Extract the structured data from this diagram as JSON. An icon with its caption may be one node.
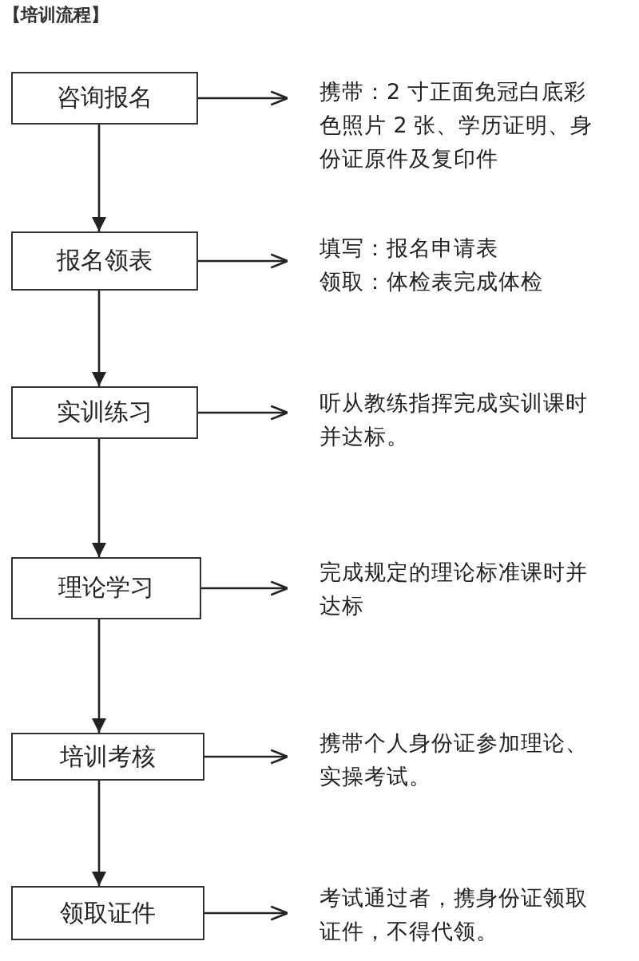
{
  "diagram": {
    "title": "【培训流程】",
    "nodes": [
      {
        "text": [
          "咨询报名"
        ]
      },
      {
        "text": [
          "报名领表"
        ]
      },
      {
        "text": [
          "实训练习"
        ]
      },
      {
        "text": [
          "理论学习"
        ]
      },
      {
        "text": [
          "培训考核"
        ]
      },
      {
        "text": [
          "领取证件"
        ]
      },
      {
        "text": [
          "携带：2 寸正面免冠白底彩色照片 2 张、学历证明、身份证原件及复印件"
        ]
      },
      {
        "text": [
          "填写：报名申请表",
          "领取：体检表完成体检"
        ]
      },
      {
        "text": [
          "听从教练指挥完成实训课时并达标。"
        ]
      },
      {
        "text": [
          "完成规定的理论标准课时并达标"
        ]
      },
      {
        "text": [
          "携带个人身份证参加理论、实操考试。"
        ]
      },
      {
        "text": [
          "考试通过者，携身份证领取证件，不得代领。"
        ]
      }
    ],
    "edges": [
      {
        "from": 0,
        "to": 1,
        "arrow": "to"
      },
      {
        "from": 1,
        "to": 2,
        "arrow": "to"
      },
      {
        "from": 2,
        "to": 3,
        "arrow": "to"
      },
      {
        "from": 3,
        "to": 4,
        "arrow": "to"
      },
      {
        "from": 4,
        "to": 5,
        "arrow": "to"
      },
      {
        "from": 0,
        "to": 6,
        "arrow": "to"
      },
      {
        "from": 1,
        "to": 7,
        "arrow": "to"
      },
      {
        "from": 2,
        "to": 8,
        "arrow": "to"
      },
      {
        "from": 3,
        "to": 9,
        "arrow": "to"
      },
      {
        "from": 4,
        "to": 10,
        "arrow": "to"
      },
      {
        "from": 5,
        "to": 11,
        "arrow": "to"
      }
    ]
  }
}
